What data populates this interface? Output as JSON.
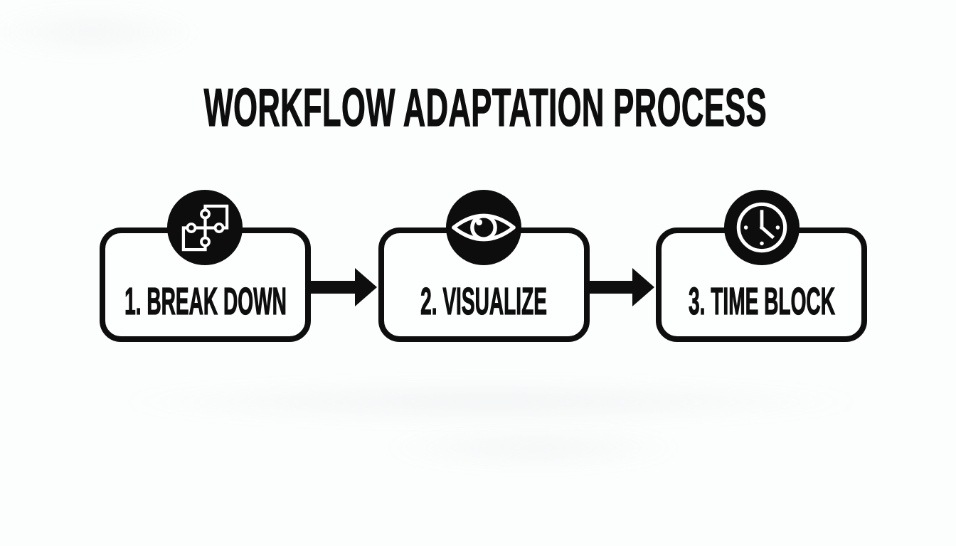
{
  "title": "WORKFLOW ADAPTATION PROCESS",
  "colors": {
    "ink": "#0e0e0e",
    "surface": "#fcfdfd",
    "badge": "#0d0d0d",
    "icon_stroke": "#ffffff"
  },
  "steps": [
    {
      "label": "1. BREAK DOWN",
      "icon": "puzzle-icon"
    },
    {
      "label": "2. VISUALIZE",
      "icon": "eye-icon"
    },
    {
      "label": "3. TIME BLOCK",
      "icon": "clock-icon"
    }
  ],
  "connectors": [
    {
      "icon": "arrow-right-icon",
      "from": "1. BREAK DOWN",
      "to": "2. VISUALIZE"
    },
    {
      "icon": "arrow-right-icon",
      "from": "2. VISUALIZE",
      "to": "3. TIME BLOCK"
    }
  ]
}
